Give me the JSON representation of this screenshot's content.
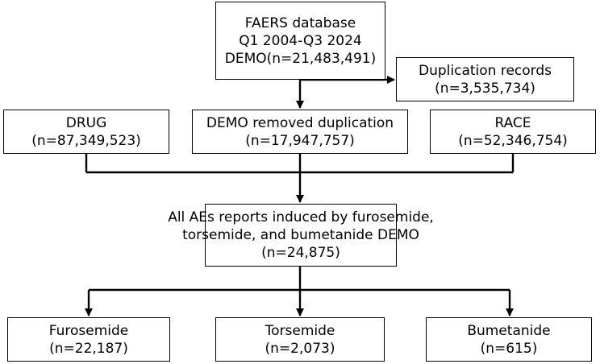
{
  "boxes": {
    "faers": {
      "line1": "FAERS database",
      "line2": "Q1 2004-Q3 2024",
      "line3": "DEMO(n=21,483,491)"
    },
    "duplication": {
      "line1": "Duplication records",
      "line2": "(n=3,535,734)"
    },
    "drug": {
      "line1": "DRUG",
      "line2": "(n=87,349,523)"
    },
    "demo_removed": {
      "line1": "DEMO removed duplication",
      "line2": "(n=17,947,757)"
    },
    "race": {
      "line1": "RACE",
      "line2": "(n=52,346,754)"
    },
    "all_aes": {
      "line1": "All AEs reports induced by furosemide,",
      "line2": "torsemide, and bumetanide DEMO",
      "line3": "(n=24,875)"
    },
    "furosemide": {
      "line1": "Furosemide",
      "line2": "(n=22,187)"
    },
    "torsemide": {
      "line1": "Torsemide",
      "line2": "(n=2,073)"
    },
    "bumetanide": {
      "line1": "Bumetanide",
      "line2": "(n=615)"
    }
  },
  "colors": {
    "line": "#000000",
    "box_border": "#000000",
    "background": "#ffffff"
  }
}
